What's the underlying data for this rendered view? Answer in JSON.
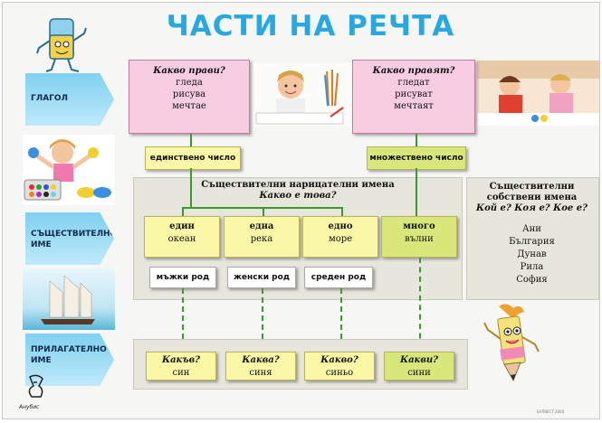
{
  "title": "ЧАСТИ НА РЕЧТА",
  "rows": {
    "verb": "ГЛАГОЛ",
    "noun_1": "СЪЩЕСТВИТЕЛНО",
    "noun_2": "ИМЕ",
    "adj_1": "ПРИЛАГАТЕЛНО",
    "adj_2": "ИМЕ"
  },
  "verb_singular": {
    "question": "Какво прави?",
    "words": [
      "гледа",
      "рисува",
      "мечтае"
    ]
  },
  "verb_plural": {
    "question": "Какво правят?",
    "words": [
      "гледат",
      "рисуват",
      "мечтаят"
    ]
  },
  "number": {
    "singular": "единствено число",
    "plural": "множествено число"
  },
  "common_nouns": {
    "heading": "Съществителни нарицателни имена",
    "question": "Какво е това?",
    "cells": [
      {
        "article": "един",
        "word": "океан"
      },
      {
        "article": "една",
        "word": "река"
      },
      {
        "article": "едно",
        "word": "море"
      },
      {
        "article": "много",
        "word": "вълни"
      }
    ],
    "genders": [
      "мъжки род",
      "женски род",
      "среден род"
    ]
  },
  "proper_nouns": {
    "heading_1": "Съществителни",
    "heading_2": "собствени имена",
    "question": "Кой е? Коя е? Кое е?",
    "names": [
      "Ани",
      "България",
      "Дунав",
      "Рила",
      "София"
    ]
  },
  "adjectives": [
    {
      "question": "Какъв?",
      "word": "син"
    },
    {
      "question": "Каква?",
      "word": "синя"
    },
    {
      "question": "Какво?",
      "word": "синьо"
    },
    {
      "question": "Какви?",
      "word": "сини"
    }
  ],
  "publisher": "Анубис",
  "footer_note": "БУЛВЕСТ 2000",
  "colors": {
    "title": "#29a8e0",
    "pink": "#f8cde2",
    "yellow": "#faf7a6",
    "green": "#d8e77a",
    "line": "#3a9a2e"
  }
}
